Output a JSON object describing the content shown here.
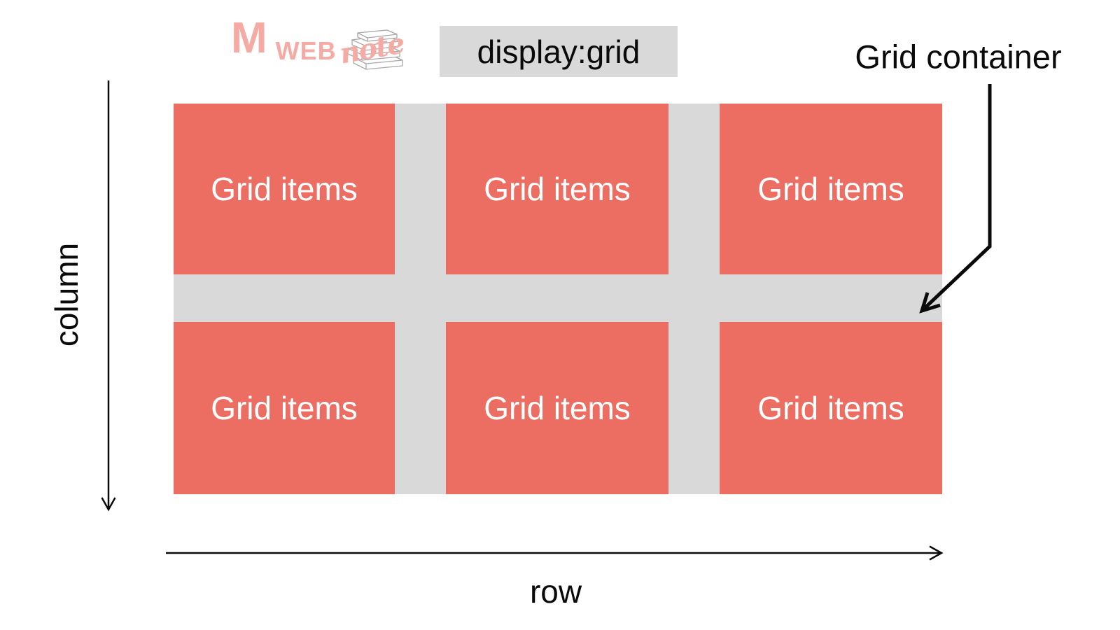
{
  "logo": {
    "initial": "M",
    "word": "WEB",
    "script": "note"
  },
  "title_box": {
    "label": "display:grid"
  },
  "callout": {
    "label": "Grid container"
  },
  "axes": {
    "column_label": "column",
    "row_label": "row"
  },
  "grid": {
    "rows": 2,
    "columns": 3,
    "items": [
      {
        "label": "Grid items"
      },
      {
        "label": "Grid items"
      },
      {
        "label": "Grid items"
      },
      {
        "label": "Grid items"
      },
      {
        "label": "Grid items"
      },
      {
        "label": "Grid items"
      }
    ]
  },
  "colors": {
    "grid_item": "#ec6e63",
    "gutter_and_code_box": "#d9d9d9",
    "logo_pink": "#f5aba3",
    "text": "#0a0a0a",
    "item_text": "#ffffff"
  }
}
